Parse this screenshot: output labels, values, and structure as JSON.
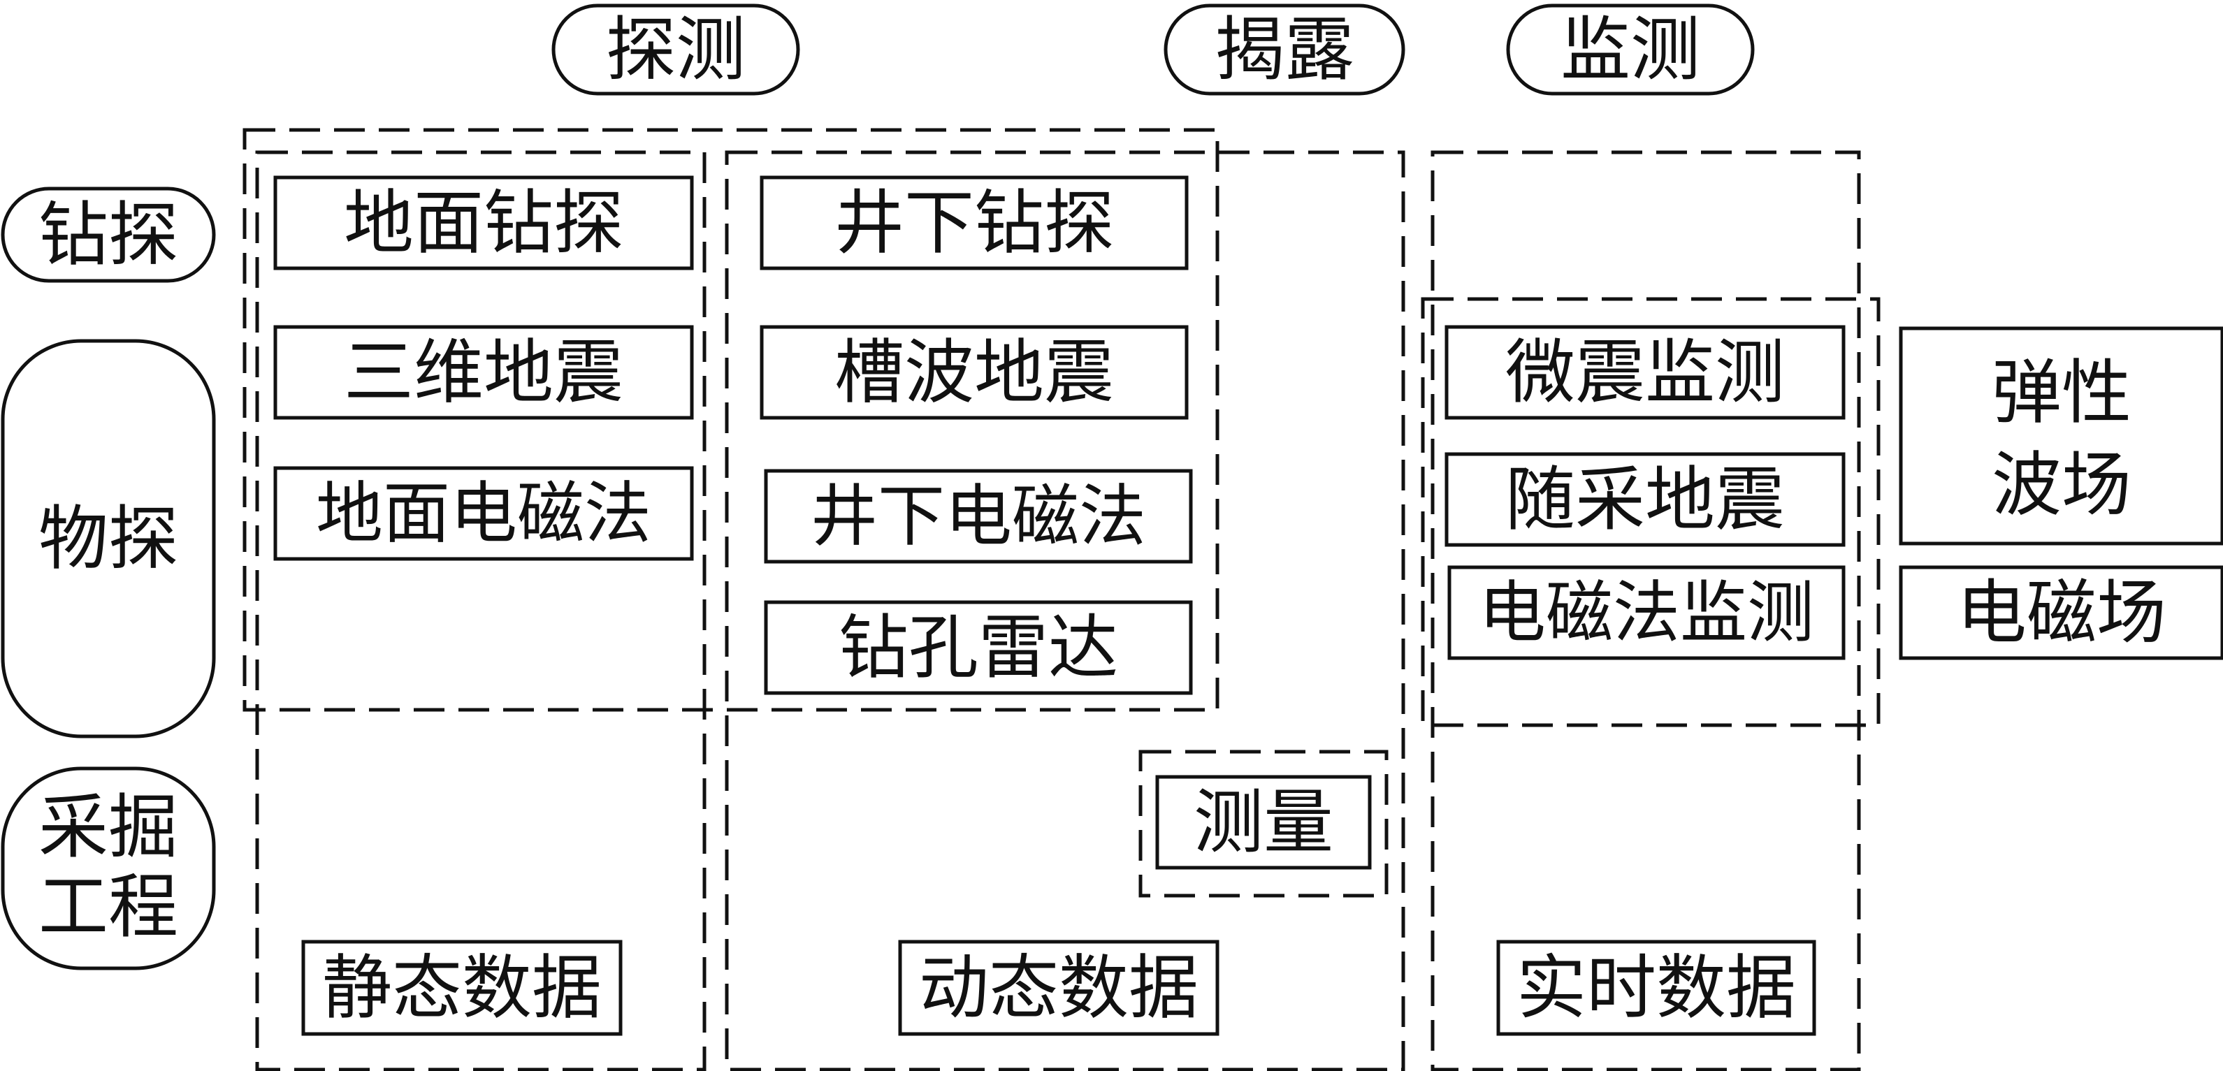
{
  "colors": {
    "stroke": "#111111",
    "background": "#ffffff"
  },
  "headers": {
    "exploration": "探测",
    "exposure": "揭露",
    "monitoring": "监测"
  },
  "rows": {
    "drilling": "钻探",
    "geophysics": "物探",
    "mining": [
      "采掘",
      "工程"
    ]
  },
  "methods": {
    "surface_drilling": "地面钻探",
    "seismic_3d": "三维地震",
    "surface_em": "地面电磁法",
    "underground_drilling": "井下钻探",
    "channel_wave": "槽波地震",
    "underground_em": "井下电磁法",
    "borehole_radar": "钻孔雷达",
    "surveying": "测量",
    "microseismic": "微震监测",
    "mining_seismic": "随采地震",
    "em_monitoring": "电磁法监测"
  },
  "fields": {
    "elastic_wave": [
      "弹性",
      "波场"
    ],
    "em_field": "电磁场"
  },
  "data_types": {
    "static": "静态数据",
    "dynamic": "动态数据",
    "realtime": "实时数据"
  }
}
